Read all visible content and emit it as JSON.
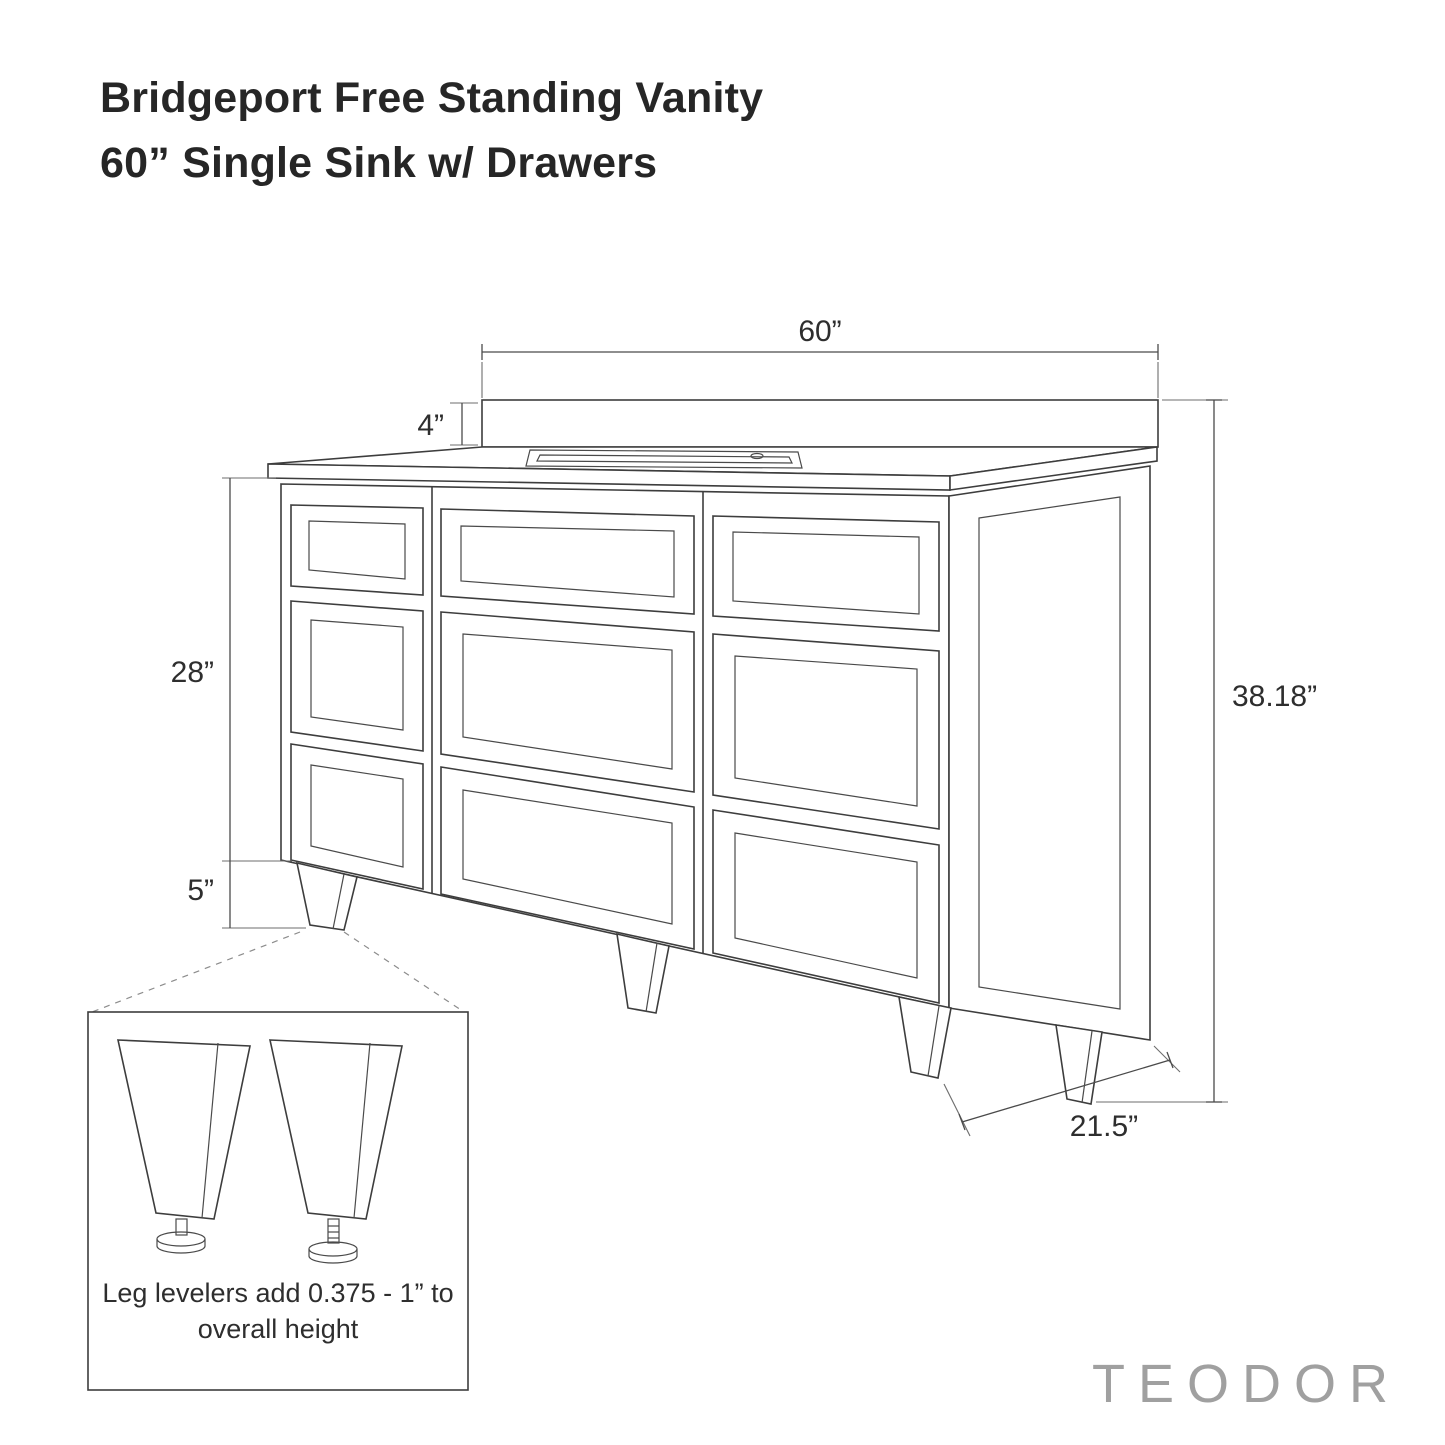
{
  "header": {
    "title_line1": "Bridgeport Free Standing Vanity",
    "title_line2": "60” Single Sink w/ Drawers"
  },
  "dimensions": {
    "width": "60”",
    "backsplash_height": "4”",
    "cabinet_height": "28”",
    "leg_height": "5”",
    "overall_height": "38.18”",
    "depth": "21.5”"
  },
  "inset": {
    "note_line1": "Leg levelers add 0.375 - 1” to",
    "note_line2": "overall height"
  },
  "brand": "TEODOR",
  "colors": {
    "line": "#3d3d3d",
    "text": "#2e2e2e",
    "brand_gray": "#a0a0a0"
  }
}
